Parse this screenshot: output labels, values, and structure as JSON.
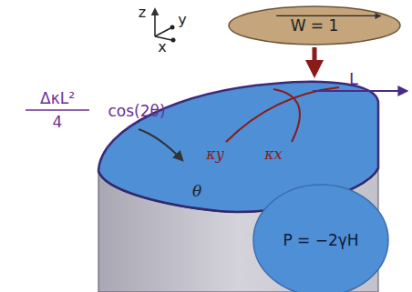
{
  "diagram": {
    "nodes": [
      {
        "text": [
          "W = 1"
        ]
      },
      {
        "text": [
          "P = −2γH"
        ]
      }
    ],
    "labels": [
      "z",
      "y",
      "x",
      "L",
      "κy",
      "κx",
      "ΔκL²",
      "4",
      "cos(2θ)",
      "θ"
    ]
  }
}
